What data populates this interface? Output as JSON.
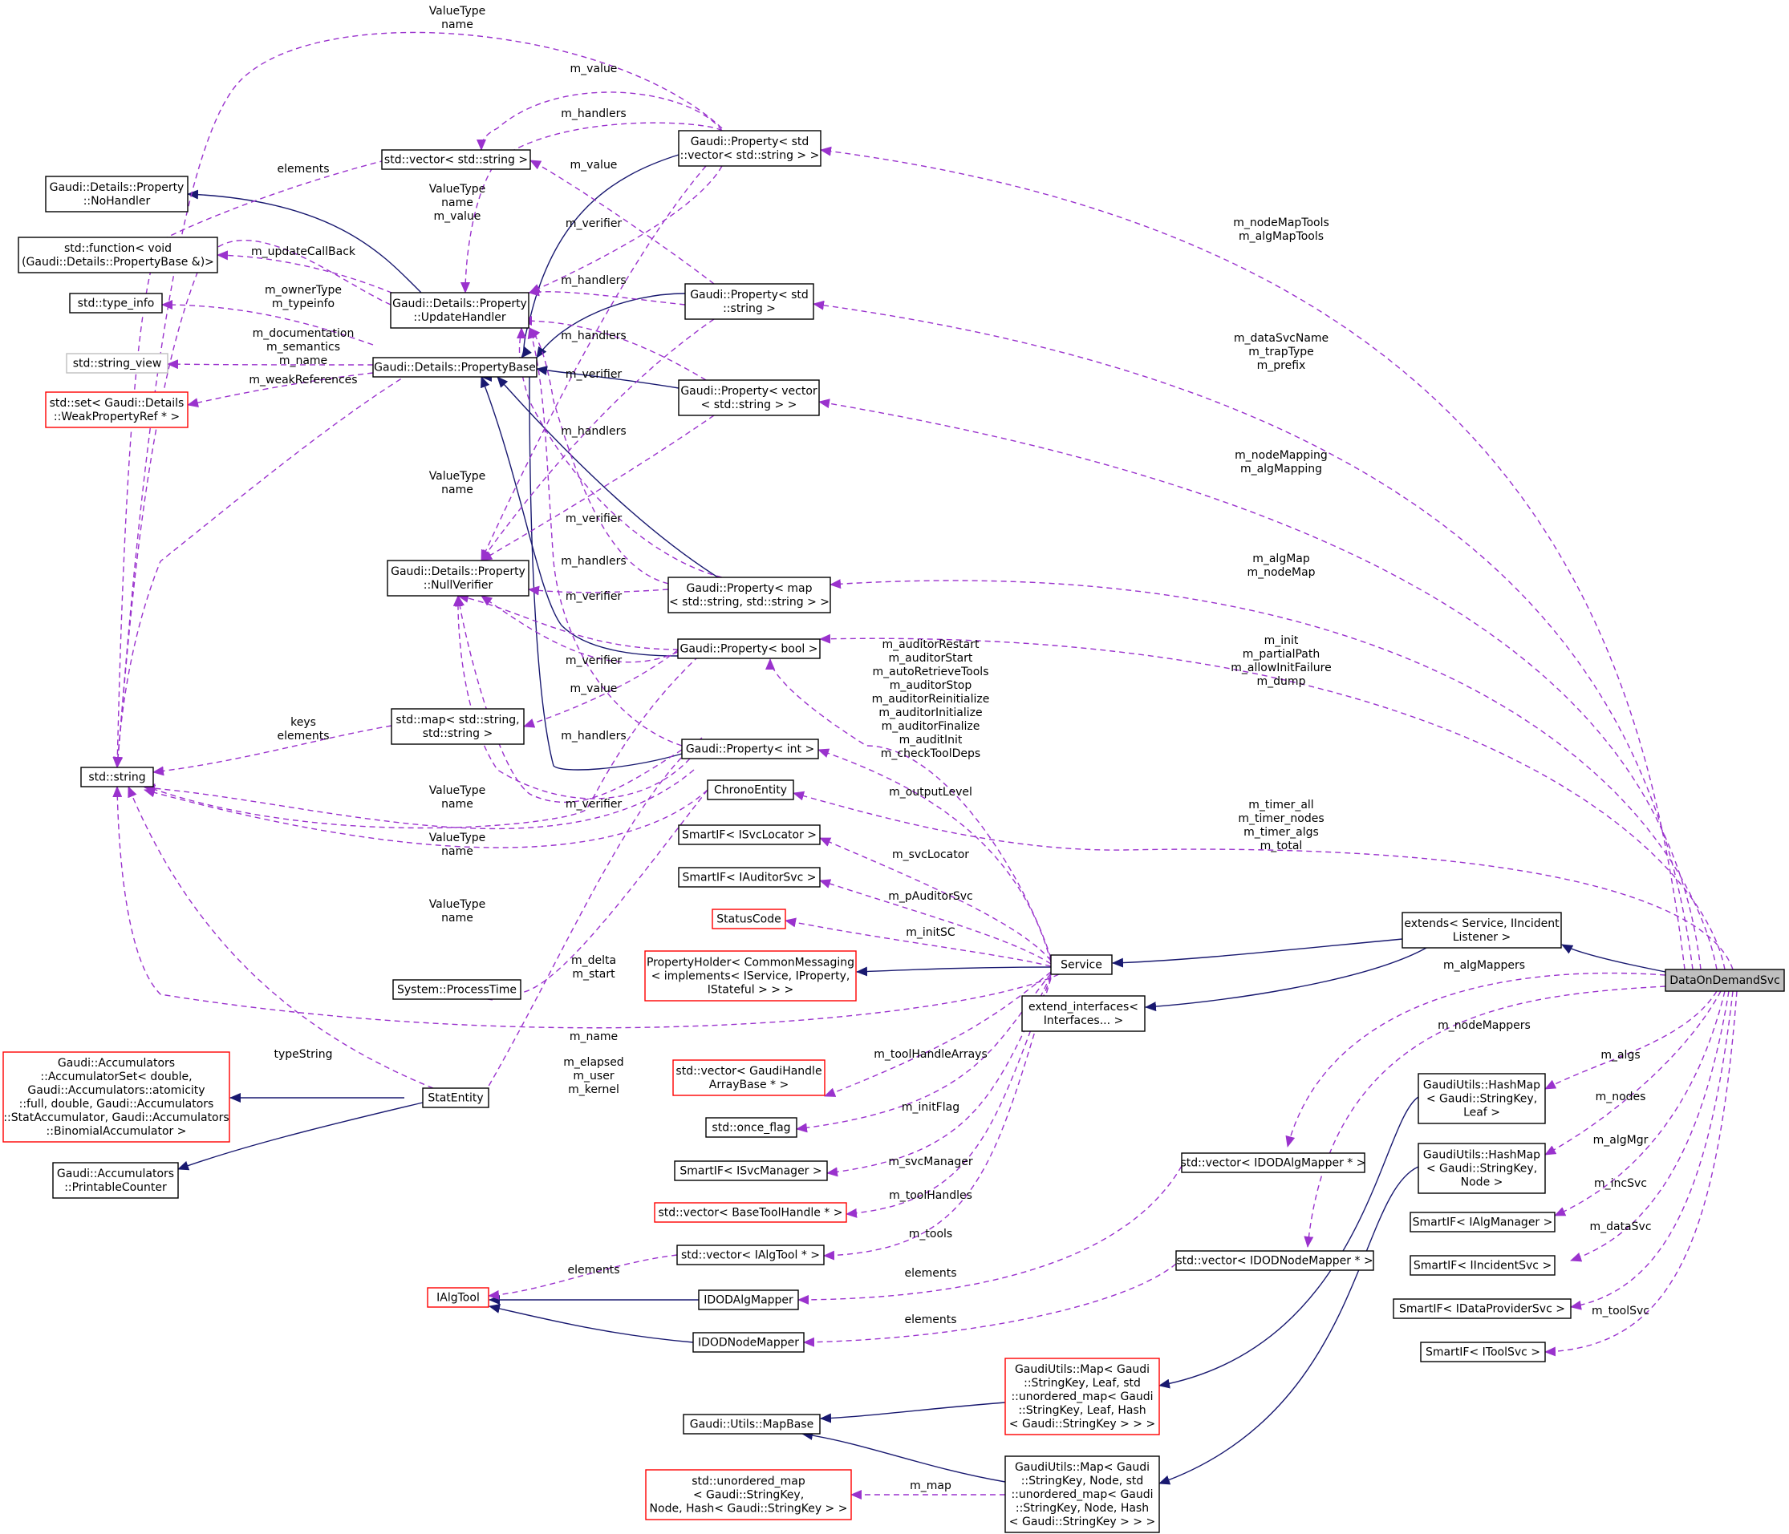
{
  "nodes": {
    "DataOnDemandSvc": "DataOnDemandSvc",
    "extendsService": [
      "extends< Service, IIncident",
      "Listener >"
    ],
    "extendInterfaces": [
      "extend_interfaces<",
      "Interfaces... >"
    ],
    "Service": "Service",
    "PropertyHolder": [
      "PropertyHolder< CommonMessaging",
      "< implements< IService, IProperty,",
      "IStateful > > >"
    ],
    "StatusCode": "StatusCode",
    "SmartIFAuditorSvc": "SmartIF< IAuditorSvc >",
    "SmartIFSvcLocator": "SmartIF< ISvcLocator >",
    "ChronoEntity": "ChronoEntity",
    "PropertyInt": "Gaudi::Property< int >",
    "PropertyBool": "Gaudi::Property< bool >",
    "PropertyMap": [
      "Gaudi::Property< map",
      "< std::string, std::string > >"
    ],
    "PropertyVector": [
      "Gaudi::Property< vector",
      "< std::string > >"
    ],
    "PropertyString": [
      "Gaudi::Property< std",
      "::string >"
    ],
    "PropertyStdVector": [
      "Gaudi::Property< std",
      "::vector< std::string > >"
    ],
    "StdVectorString": "std::vector< std::string >",
    "PropertyBase": "Gaudi::Details::PropertyBase",
    "UpdateHandler": [
      "Gaudi::Details::Property",
      "::UpdateHandler"
    ],
    "NoHandler": [
      "Gaudi::Details::Property",
      "::NoHandler"
    ],
    "StdFunction": [
      "std::function< void",
      "(Gaudi::Details::PropertyBase &)>"
    ],
    "TypeInfo": "std::type_info",
    "StringView": "std::string_view",
    "StdSet": [
      "std::set< Gaudi::Details",
      "::WeakPropertyRef * >"
    ],
    "NullVerifier": [
      "Gaudi::Details::Property",
      "::NullVerifier"
    ],
    "StdMap": [
      "std::map< std::string,",
      "std::string >"
    ],
    "StdString": "std::string",
    "ProcessTime": "System::ProcessTime",
    "StatEntity": "StatEntity",
    "AccumulatorSet": [
      "Gaudi::Accumulators",
      "::AccumulatorSet< double,",
      " Gaudi::Accumulators::atomicity",
      "::full, double, Gaudi::Accumulators",
      "::StatAccumulator, Gaudi::Accumulators",
      "::BinomialAccumulator >"
    ],
    "PrintableCounter": [
      "Gaudi::Accumulators",
      "::PrintableCounter"
    ],
    "VectorGaudiHandle": [
      "std::vector< GaudiHandle",
      "ArrayBase * >"
    ],
    "OnceFlag": "std::once_flag",
    "SmartIFSvcManager": "SmartIF< ISvcManager >",
    "VectorBaseToolHandle": "std::vector< BaseToolHandle * >",
    "VectorIAlgTool": "std::vector< IAlgTool * >",
    "IAlgTool": "IAlgTool",
    "IDODAlgMapper": "IDODAlgMapper",
    "IDODNodeMapper": "IDODNodeMapper",
    "VectorIDODAlgMapper": "std::vector< IDODAlgMapper * >",
    "VectorIDODNodeMapper": "std::vector< IDODNodeMapper * >",
    "HashMapLeaf": [
      "GaudiUtils::HashMap",
      "< Gaudi::StringKey,",
      "Leaf >"
    ],
    "HashMapNode": [
      "GaudiUtils::HashMap",
      "< Gaudi::StringKey,",
      "Node >"
    ],
    "SmartIFAlgManager": "SmartIF< IAlgManager >",
    "SmartIFIncidentSvc": "SmartIF< IIncidentSvc >",
    "SmartIFDataProviderSvc": "SmartIF< IDataProviderSvc >",
    "SmartIFToolSvc": "SmartIF< IToolSvc >",
    "MapLeaf": [
      "GaudiUtils::Map< Gaudi",
      "::StringKey, Leaf, std",
      "::unordered_map< Gaudi",
      "::StringKey, Leaf, Hash",
      "< Gaudi::StringKey > > >"
    ],
    "MapNode": [
      "GaudiUtils::Map< Gaudi",
      "::StringKey, Node, std",
      "::unordered_map< Gaudi",
      "::StringKey, Node, Hash",
      "< Gaudi::StringKey > > >"
    ],
    "MapBase": "Gaudi::Utils::MapBase",
    "UnorderedMap": [
      "std::unordered_map",
      "< Gaudi::StringKey,",
      " Node, Hash< Gaudi::StringKey > >"
    ]
  },
  "labels": {
    "nodeMapTools": [
      "m_nodeMapTools",
      "m_algMapTools"
    ],
    "dataSvcName": [
      "m_dataSvcName",
      "m_trapType",
      "m_prefix"
    ],
    "nodeMapping": [
      "m_nodeMapping",
      "m_algMapping"
    ],
    "algMap": [
      "m_algMap",
      "m_nodeMap"
    ],
    "init": [
      "m_init",
      "m_partialPath",
      "m_allowInitFailure",
      "m_dump"
    ],
    "timer": [
      "m_timer_all",
      "m_timer_nodes",
      "m_timer_algs",
      "m_total"
    ],
    "algMappers": "m_algMappers",
    "nodeMappers": "m_nodeMappers",
    "algs": "m_algs",
    "nodes": "m_nodes",
    "algMgr": "m_algMgr",
    "incSvc": "m_incSvc",
    "dataSvc": "m_dataSvc",
    "toolSvc": "m_toolSvc",
    "auditorFlags": [
      "m_auditorRestart",
      "m_auditorStart",
      "m_autoRetrieveTools",
      "m_auditorStop",
      "m_auditorReinitialize",
      "m_auditorInitialize",
      "m_auditorFinalize",
      "m_auditInit",
      "m_checkToolDeps"
    ],
    "outputLevel": "m_outputLevel",
    "svcLocator": "m_svcLocator",
    "pAuditorSvc": "m_pAuditorSvc",
    "initSC": "m_initSC",
    "name": "m_name",
    "toolHandleArrays": "m_toolHandleArrays",
    "initFlag": "m_initFlag",
    "svcManager": "m_svcManager",
    "toolHandles": "m_toolHandles",
    "tools": "m_tools",
    "elementsAlgMapper": "elements",
    "elementsNodeMapper": "elements",
    "elementsAlgTool": "elements",
    "mMap": "m_map",
    "elapsed": [
      "m_elapsed",
      "m_user",
      "m_kernel"
    ],
    "deltaStart": [
      "m_delta",
      "m_start"
    ],
    "typeString": "typeString",
    "valueTypeNameChrono1": [
      "ValueType",
      "name"
    ],
    "valueTypeNameChrono2": [
      "ValueType",
      "name"
    ],
    "valueTypeNameInt": [
      "ValueType",
      "name"
    ],
    "valueTypeNameTop": [
      "ValueType",
      "name"
    ],
    "valueTypeNameMid": [
      "ValueType",
      "name"
    ],
    "valueTypeNameValue": [
      "ValueType",
      "name",
      "m_value"
    ],
    "keysElements": [
      "keys",
      "elements"
    ],
    "elementsVector": "elements",
    "mValueTop": "m_value",
    "mHandlersTop": "m_handlers",
    "mValueVec": "m_value",
    "mVerifierTop": "m_verifier",
    "mHandlersStr": "m_handlers",
    "mHandlersVec": "m_handlers",
    "mVerifierVec": "m_verifier",
    "mHandlersMid": "m_handlers",
    "mVerifierMid": "m_verifier",
    "mHandlersMap": "m_handlers",
    "mVerifierMap": "m_verifier",
    "mVerifierBool": "m_verifier",
    "mValueMap": "m_value",
    "mHandlersInt": "m_handlers",
    "mVerifierInt": "m_verifier",
    "updateCallBack": "m_updateCallBack",
    "ownerType": [
      "m_ownerType",
      "m_typeinfo"
    ],
    "documentation": [
      "m_documentation",
      "m_semantics",
      "m_name"
    ],
    "weakReferences": "m_weakReferences"
  }
}
